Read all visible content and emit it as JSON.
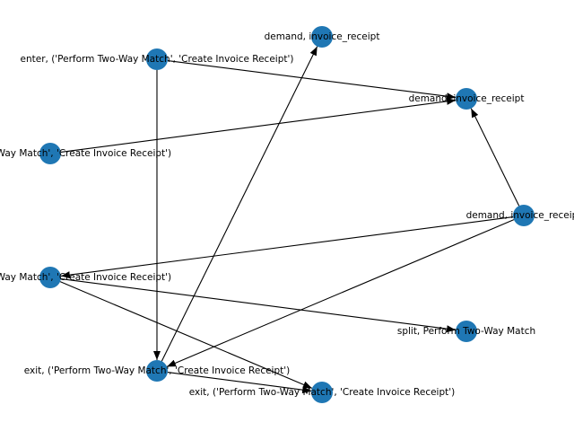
{
  "colors": {
    "node": "#1f77b4",
    "edge": "#000000",
    "background": "#ffffff"
  },
  "nodes": [
    {
      "id": "n1",
      "label": "demand, invoice_receipt"
    },
    {
      "id": "n2",
      "label": "enter, ('Perform Two-Way Match', 'Create Invoice Receipt')"
    },
    {
      "id": "n3",
      "label": "demand, invoice_receipt"
    },
    {
      "id": "n4",
      "label": "('Perform Two-Way Match', 'Create Invoice Receipt')"
    },
    {
      "id": "n5",
      "label": "demand, invoice_receipt"
    },
    {
      "id": "n6",
      "label": "('Perform Two-Way Match', 'Create Invoice Receipt')"
    },
    {
      "id": "n7",
      "label": "split, Perform Two-Way Match"
    },
    {
      "id": "n8",
      "label": "exit, ('Perform Two-Way Match', 'Create Invoice Receipt')"
    },
    {
      "id": "n9",
      "label": "exit, ('Perform Two-Way Match', 'Create Invoice Receipt')"
    }
  ],
  "edges": [
    {
      "from": "n2",
      "to": "n3"
    },
    {
      "from": "n2",
      "to": "n8"
    },
    {
      "from": "n4",
      "to": "n3"
    },
    {
      "from": "n5",
      "to": "n3"
    },
    {
      "from": "n5",
      "to": "n6"
    },
    {
      "from": "n5",
      "to": "n8"
    },
    {
      "from": "n6",
      "to": "n7"
    },
    {
      "from": "n6",
      "to": "n9"
    },
    {
      "from": "n8",
      "to": "n1"
    },
    {
      "from": "n8",
      "to": "n9"
    }
  ]
}
